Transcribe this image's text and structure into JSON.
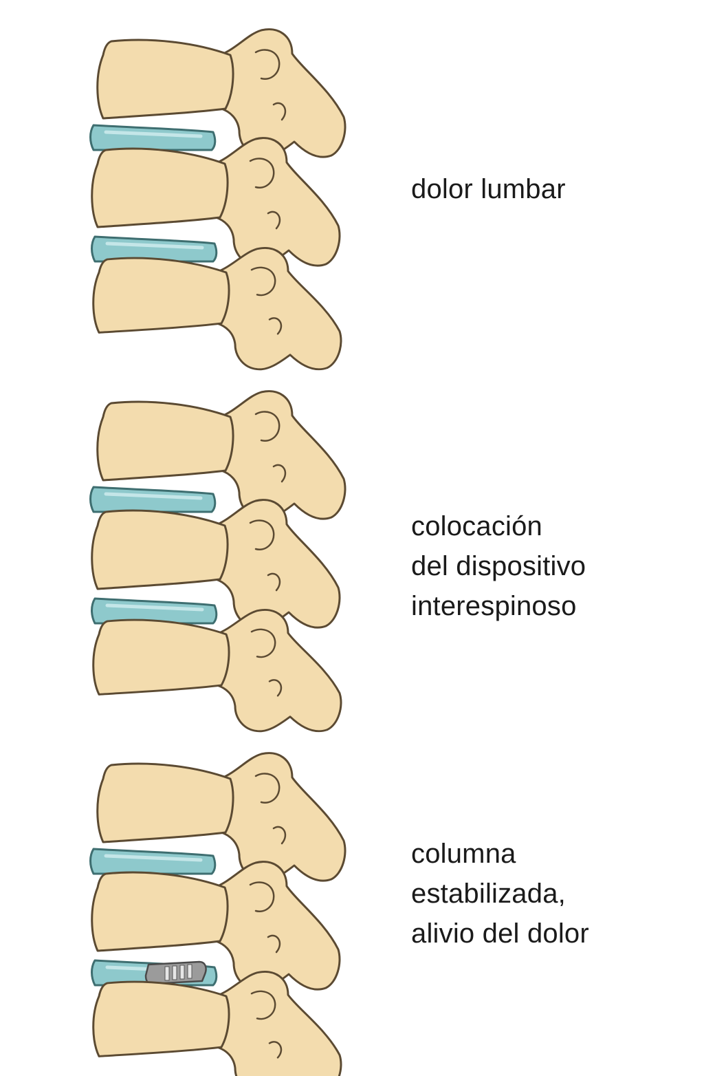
{
  "colors": {
    "bone_fill": "#f3dcae",
    "bone_outline": "#5b4a32",
    "disc_fill": "#8ec9cc",
    "disc_outline": "#3e6e70",
    "implant_fill": "#9b9b9b",
    "background": "#ffffff"
  },
  "panels": [
    {
      "caption_lines": [
        "dolor lumbar"
      ],
      "shows_implant": false
    },
    {
      "caption_lines": [
        "colocación",
        "del dispositivo",
        "interespinoso"
      ],
      "shows_implant": false
    },
    {
      "caption_lines": [
        "columna",
        "estabilizada,",
        "alivio del dolor"
      ],
      "shows_implant": true
    }
  ]
}
